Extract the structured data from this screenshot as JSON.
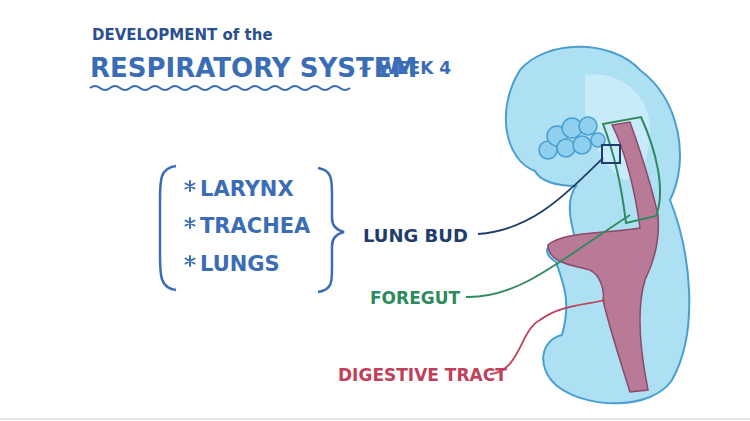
{
  "diagram": {
    "title": "RESPIRATORY SYSTEM",
    "labels": [
      "DEVELOPMENT of the",
      "~ WEEK 4",
      "LARYNX",
      "TRACHEA",
      "LUNGS",
      "LUNG BUD",
      "FOREGUT",
      "DIGESTIVE TRACT"
    ]
  }
}
